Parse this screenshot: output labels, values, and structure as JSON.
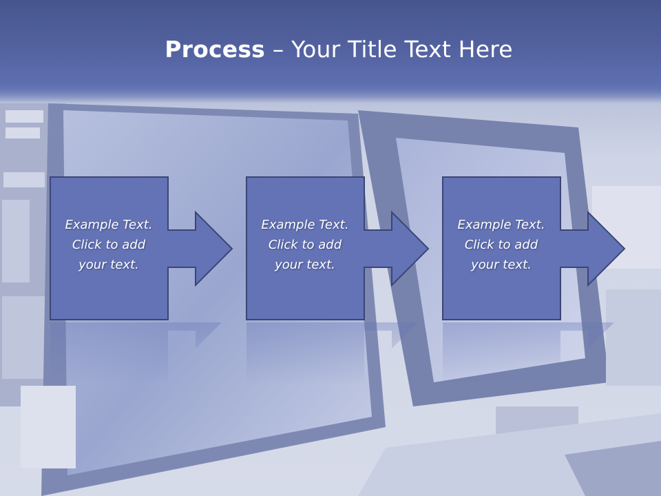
{
  "title": {
    "bold": "Process",
    "rest": " – Your Title Text Here"
  },
  "steps": [
    {
      "text": "Example Text.\nClick  to add\nyour text."
    },
    {
      "text": "Example Text.\nClick  to add\nyour text."
    },
    {
      "text": "Example Text.\nClick  to add\nyour text."
    }
  ],
  "colors": {
    "box_fill": "#6473b5",
    "box_stroke": "#3a4576",
    "header": "#5564a3"
  }
}
